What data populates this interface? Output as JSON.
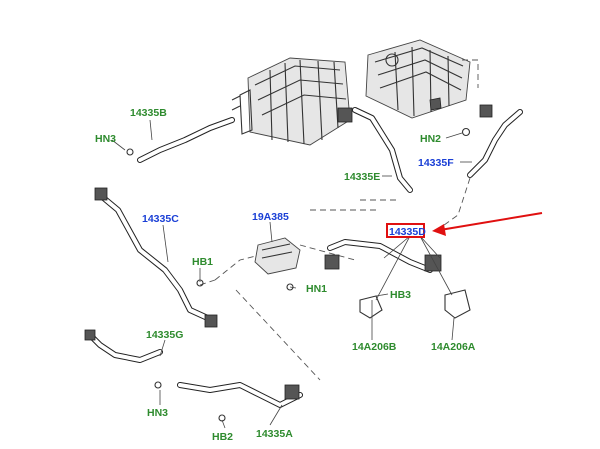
{
  "labels": {
    "l_14335B": "14335B",
    "l_HN3_top": "HN3",
    "l_14335C": "14335C",
    "l_19A385": "19A385",
    "l_HB1": "HB1",
    "l_HN1": "HN1",
    "l_14335E": "14335E",
    "l_HN2": "HN2",
    "l_14335F": "14335F",
    "l_14335D": "14335D",
    "l_HB3": "HB3",
    "l_14A206B": "14A206B",
    "l_14A206A": "14A206A",
    "l_14335G": "14335G",
    "l_HN3_bottom": "HN3",
    "l_HB2": "HB2",
    "l_14335A": "14335A"
  },
  "colors": {
    "green_label": "#2e8b2e",
    "blue_label": "#1a3fd6",
    "highlight_box": "#e01010",
    "arrow": "#e01010"
  }
}
